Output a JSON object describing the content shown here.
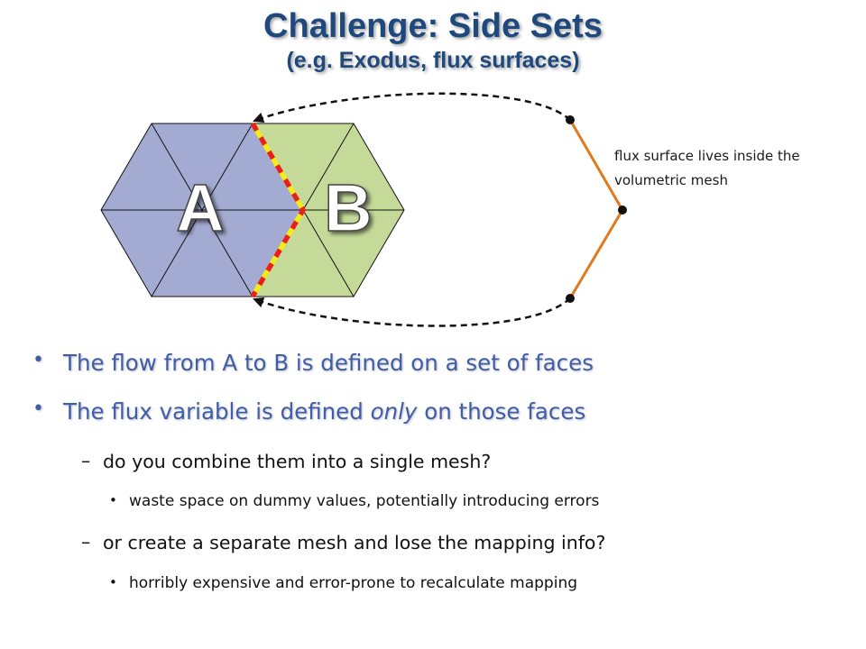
{
  "slide": {
    "title": "Challenge: Side Sets",
    "subtitle": "(e.g. Exodus, flux surfaces)"
  },
  "diagram": {
    "region_a_label": "A",
    "region_b_label": "B",
    "note": "flux surface lives inside the volumetric mesh",
    "colors": {
      "region_a": "#A4ABD3",
      "region_b": "#C5DA99",
      "side_set_dash_red": "#E8201C",
      "side_set_dash_yellow": "#F6EC15",
      "flux_surface": "#E07A1E",
      "arrows": "#111111"
    }
  },
  "bullets": {
    "b1": "The flow from A to B is defined on a set of faces",
    "b2_pre": "The flux variable is defined ",
    "b2_em": "only",
    "b2_post": " on those faces",
    "sub1": "do you combine them into a single mesh?",
    "sub1_detail": "waste space on dummy values, potentially introducing errors",
    "sub2": "or create a separate mesh and lose the mapping info?",
    "sub2_detail": "horribly expensive and error-prone to recalculate mapping"
  }
}
